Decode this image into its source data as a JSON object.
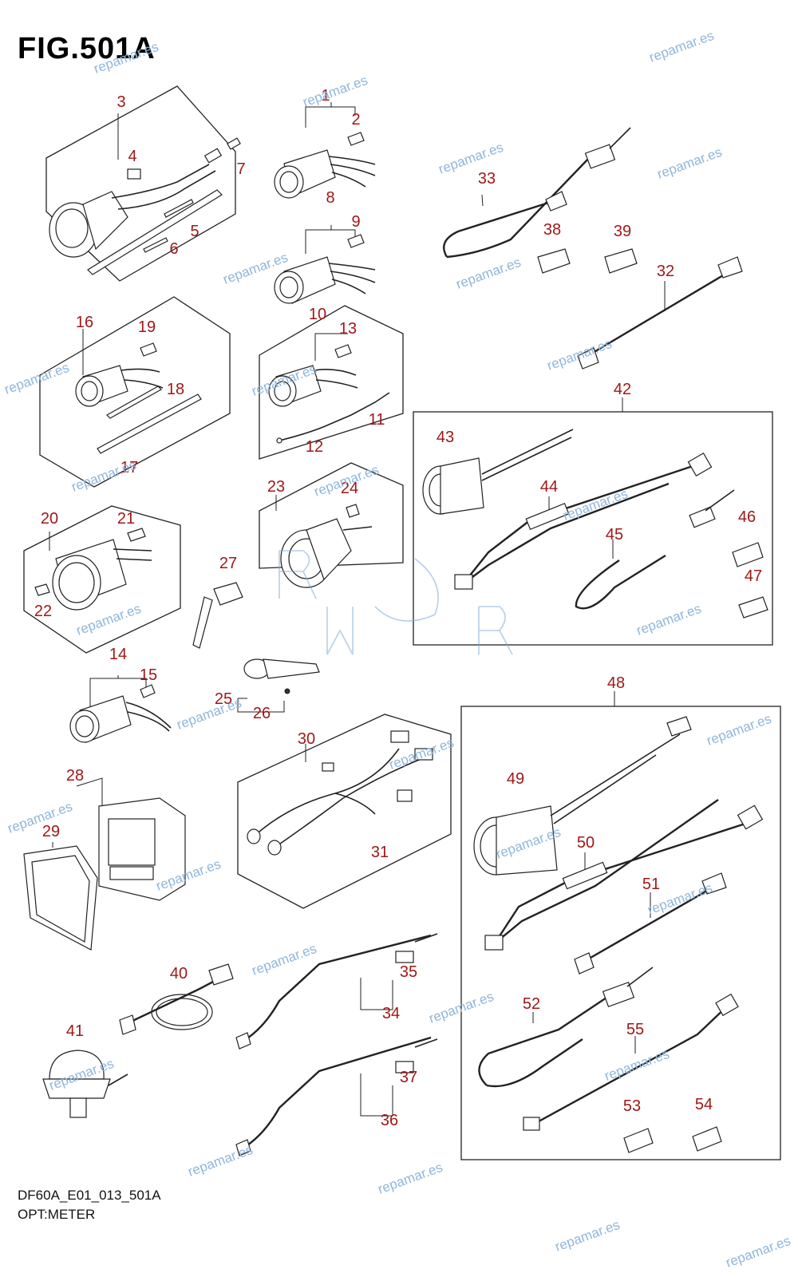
{
  "figure": {
    "title": "FIG.501A",
    "code": "DF60A_E01_013_501A",
    "subtitle": "OPT:METER"
  },
  "watermark_text": "repamar.es",
  "callouts": [
    "1",
    "2",
    "3",
    "4",
    "5",
    "6",
    "7",
    "8",
    "9",
    "10",
    "11",
    "12",
    "13",
    "14",
    "15",
    "16",
    "17",
    "18",
    "19",
    "20",
    "21",
    "22",
    "23",
    "24",
    "25",
    "26",
    "27",
    "28",
    "29",
    "30",
    "31",
    "32",
    "33",
    "34",
    "35",
    "36",
    "37",
    "38",
    "39",
    "40",
    "41",
    "42",
    "43",
    "44",
    "45",
    "46",
    "47",
    "48",
    "49",
    "50",
    "51",
    "52",
    "53",
    "54",
    "55"
  ],
  "colors": {
    "callout": "#a01818",
    "watermark": "#8fb6dc",
    "line": "#222222"
  }
}
